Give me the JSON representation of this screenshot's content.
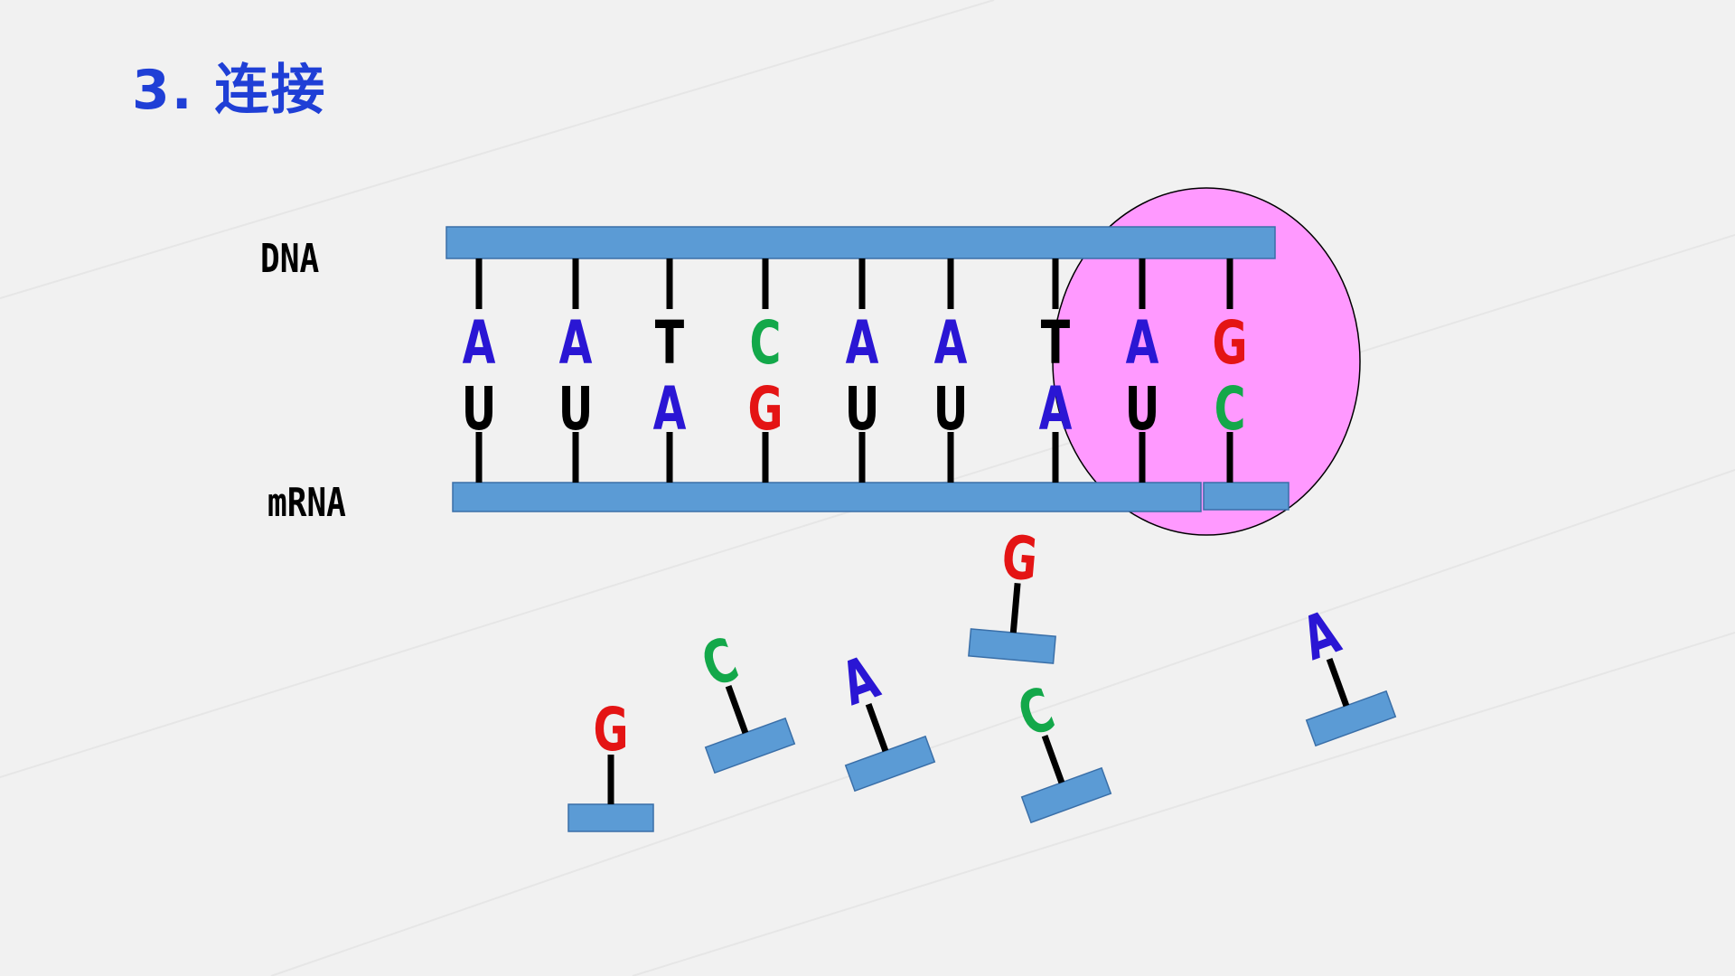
{
  "slide": {
    "title": "3. 连接",
    "title_color": "#1f3fd6",
    "dna_label": "DNA",
    "mrna_label": "mRNA"
  },
  "colors": {
    "backbone": "#5b9bd5",
    "enzyme": "#ff99ff",
    "A": "#2a16d4",
    "G": "#e41414",
    "C": "#13a84a",
    "T": "#000000",
    "U": "#000000"
  },
  "pairs": [
    {
      "dna": "A",
      "rna": "U"
    },
    {
      "dna": "A",
      "rna": "U"
    },
    {
      "dna": "T",
      "rna": "A"
    },
    {
      "dna": "C",
      "rna": "G"
    },
    {
      "dna": "A",
      "rna": "U"
    },
    {
      "dna": "A",
      "rna": "U"
    },
    {
      "dna": "T",
      "rna": "A"
    },
    {
      "dna": "A",
      "rna": "U"
    },
    {
      "dna": "G",
      "rna": "C"
    }
  ],
  "free_nucleotides": [
    "G",
    "C",
    "A",
    "G",
    "C",
    "A"
  ]
}
